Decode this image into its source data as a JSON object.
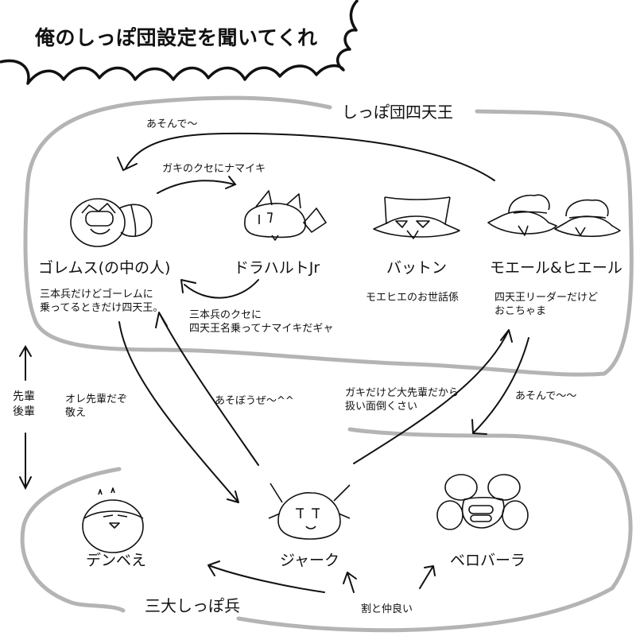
{
  "title": "俺のしっぽ団設定を聞いてくれ",
  "groups": {
    "top": {
      "label": "しっぽ団四天王"
    },
    "bottom": {
      "label": "三大しっぽ兵"
    }
  },
  "characters": {
    "golems": {
      "name": "ゴレムス(の中の人)",
      "desc": "三本兵だけどゴーレムに\n乗ってるときだけ四天王。"
    },
    "drahalt": {
      "name": "ドラハルトJr",
      "desc": ""
    },
    "batton": {
      "name": "バットン",
      "desc": "モエヒエのお世話係"
    },
    "moeel": {
      "name": "モエール&ヒエール",
      "desc": "四天王リーダーだけど\nおこちゃま"
    },
    "denbee": {
      "name": "デンベえ"
    },
    "jark": {
      "name": "ジャーク"
    },
    "belobara": {
      "name": "ベロバーラ"
    }
  },
  "relations": [
    {
      "id": "asonde-top",
      "text": "あそんで～"
    },
    {
      "id": "gaki-namaiki",
      "text": "ガキのクセにナマイキ"
    },
    {
      "id": "sanbonhei",
      "text": "三本兵のクセに\n四天王名乗ってナマイキだギャ"
    },
    {
      "id": "asobouze",
      "text": "あそぼうぜ～^^"
    },
    {
      "id": "ore-senpai",
      "text": "オレ先輩だぞ\n敬え"
    },
    {
      "id": "gaki-daisenpai",
      "text": "ガキだけど大先輩だから\n扱い面倒くさい"
    },
    {
      "id": "asonde-right",
      "text": "あそんで～～"
    },
    {
      "id": "nakayoi",
      "text": "割と仲良い"
    }
  ],
  "axis": {
    "text": "先輩\n後輩"
  },
  "colors": {
    "ink": "#111111",
    "group_outline": "#b4b4b4"
  }
}
